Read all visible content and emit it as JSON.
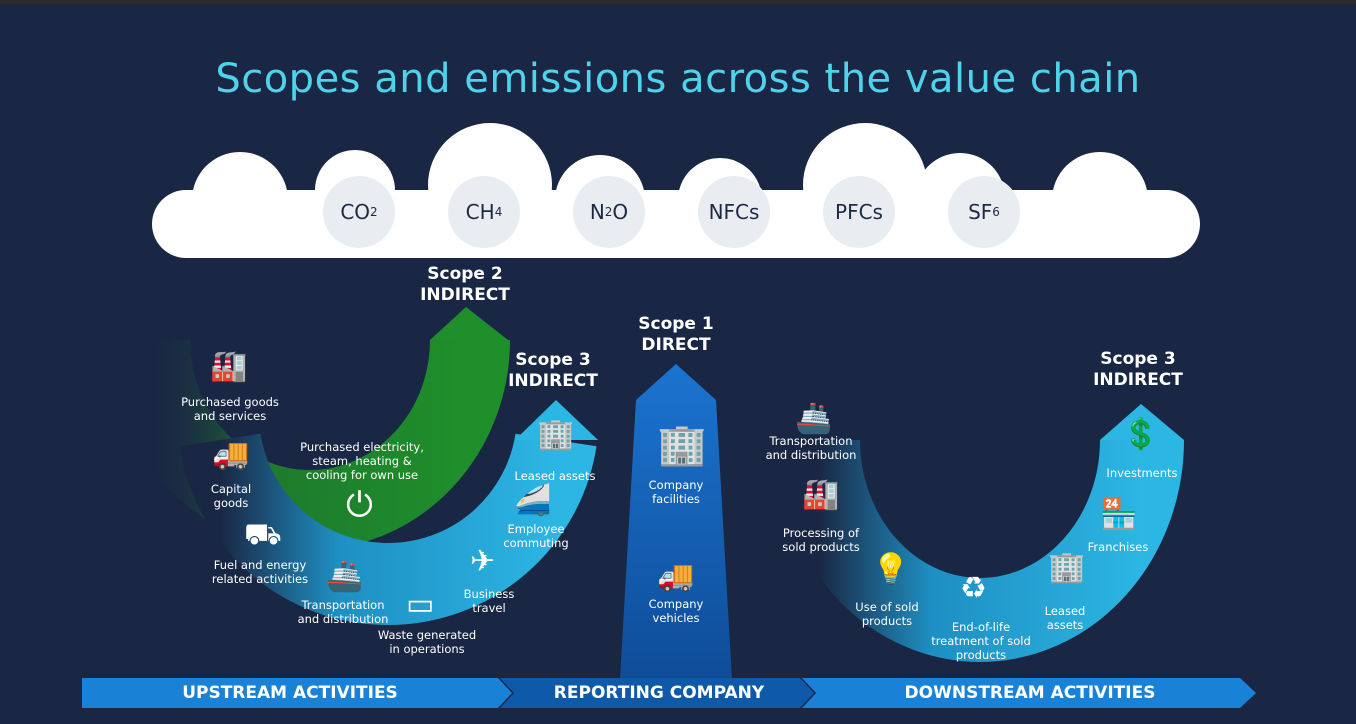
{
  "title": "Scopes and emissions across the value chain",
  "gases": [
    {
      "base": "CO",
      "sub": "2"
    },
    {
      "base": "CH",
      "sub": "4"
    },
    {
      "base": "N",
      "sub": "2",
      "rest": "O"
    },
    {
      "base": "NFCs"
    },
    {
      "base": "PFCs"
    },
    {
      "base": "SF",
      "sub": "6"
    }
  ],
  "scopes": {
    "scope2": {
      "name": "Scope 2",
      "type": "INDIRECT"
    },
    "scope3_up": {
      "name": "Scope 3",
      "type": "INDIRECT"
    },
    "scope1": {
      "name": "Scope 1",
      "type": "DIRECT"
    },
    "scope3_down": {
      "name": "Scope 3",
      "type": "INDIRECT"
    }
  },
  "upstream": [
    "Purchased goods and services",
    "Capital goods",
    "Fuel and energy related activities",
    "Transportation and distribution",
    "Waste generated in operations",
    "Business travel",
    "Employee commuting",
    "Leased assets"
  ],
  "scope2_item": "Purchased electricity, steam, heating & cooling for own use",
  "company": [
    "Company facilities",
    "Company vehicles"
  ],
  "downstream": [
    "Transportation and distribution",
    "Processing of sold products",
    "Use of sold products",
    "End-of-life treatment of sold products",
    "Leased assets",
    "Franchises",
    "Investments"
  ],
  "bar": {
    "upstream": "UPSTREAM ACTIVITIES",
    "reporting": "REPORTING COMPANY",
    "downstream": "DOWNSTREAM ACTIVITIES"
  },
  "colors": {
    "title": "#4fd3ec",
    "green": "#1f8a2a",
    "lightblue": "#27b0de",
    "darkblue": "#1565c0"
  }
}
